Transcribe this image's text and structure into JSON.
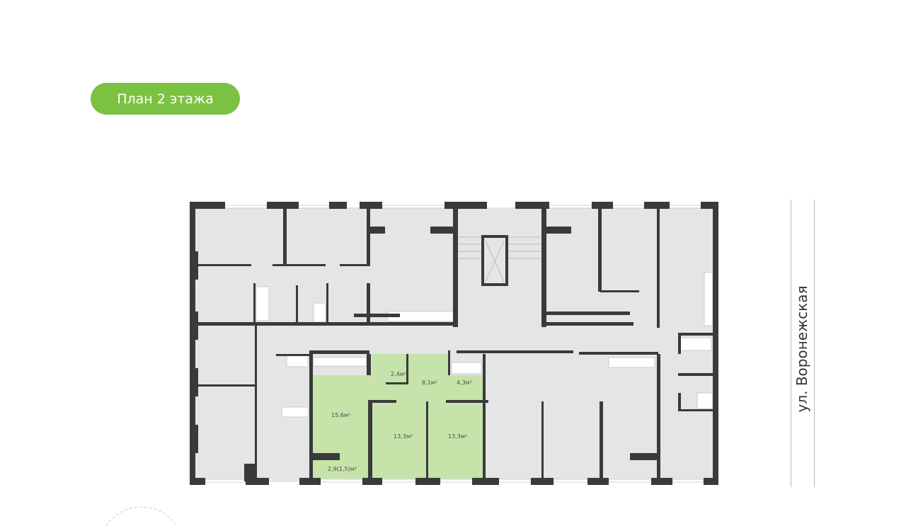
{
  "header": {
    "floor_badge": "План 2 этажа"
  },
  "plan": {
    "street_label": "ул. Воронежская",
    "highlight_color": "#c6e3a9",
    "selected_apartment_rooms": [
      {
        "name": "kitchen-living",
        "area": "15,6м²"
      },
      {
        "name": "bathroom",
        "area": "2,4м²"
      },
      {
        "name": "hallway",
        "area": "8,1м²"
      },
      {
        "name": "bathroom-2",
        "area": "4,3м²"
      },
      {
        "name": "bedroom-1",
        "area": "13,3м²"
      },
      {
        "name": "bedroom-2",
        "area": "13,3м²"
      },
      {
        "name": "balcony",
        "area": "2,9(1,5)м²"
      }
    ]
  }
}
